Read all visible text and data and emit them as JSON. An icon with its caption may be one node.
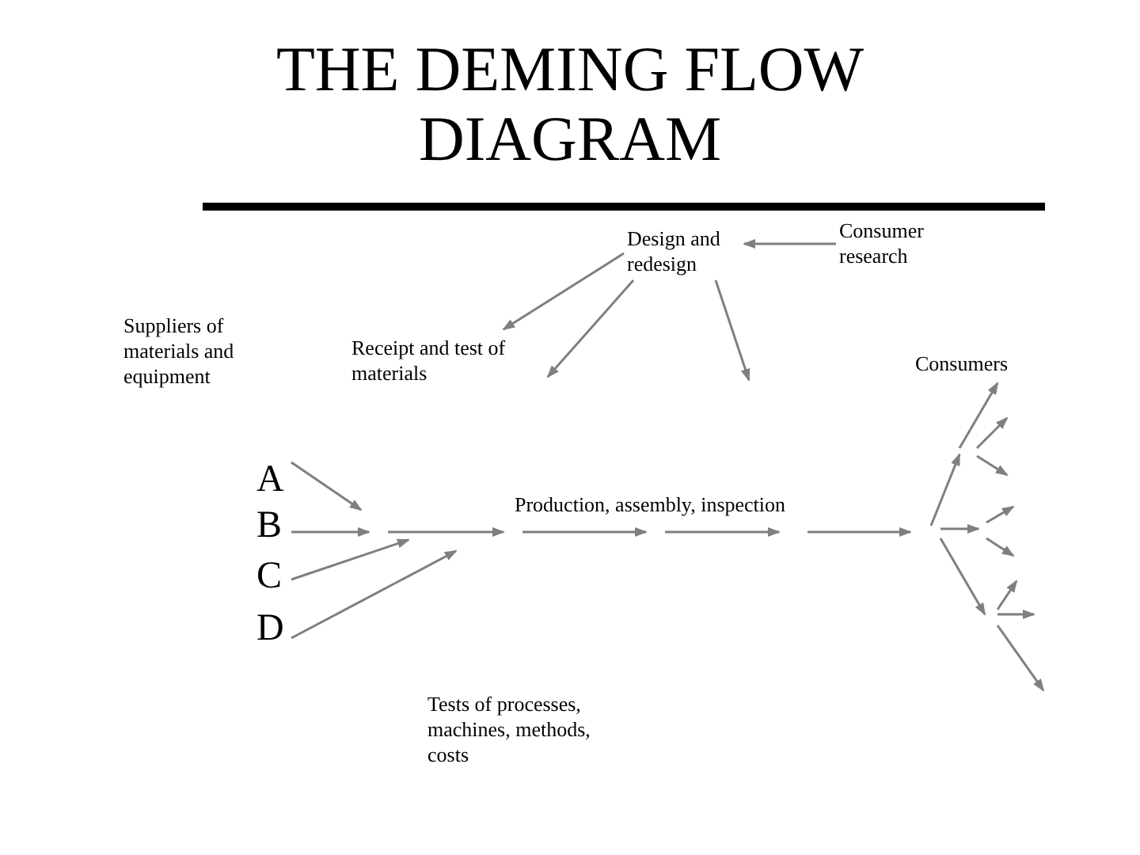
{
  "diagram": {
    "title": "THE DEMING FLOW DIAGRAM",
    "nodes": [
      {
        "text": [
          "Design and redesign"
        ]
      },
      {
        "text": [
          "Consumer research"
        ]
      },
      {
        "text": [
          "Suppliers of materials and equipment"
        ]
      },
      {
        "text": [
          "Receipt and test of materials"
        ]
      },
      {
        "text": [
          "Consumers"
        ]
      },
      {
        "text": [
          "A"
        ]
      },
      {
        "text": [
          "B"
        ]
      },
      {
        "text": [
          "C"
        ]
      },
      {
        "text": [
          "D"
        ]
      },
      {
        "text": [
          "Production, assembly, inspection"
        ]
      },
      {
        "text": [
          "Tests of processes, machines, methods, costs"
        ]
      }
    ],
    "edges": [
      {
        "from": 1,
        "to": 0,
        "arrow": "to"
      },
      {
        "from": 0,
        "to": 3,
        "arrow": "to"
      },
      {
        "from": 0,
        "to": 3,
        "arrow": "to"
      },
      {
        "from": 0,
        "to": null,
        "arrow": "to"
      },
      {
        "from": 5,
        "to": null,
        "arrow": "to"
      },
      {
        "from": 6,
        "to": null,
        "arrow": "to"
      },
      {
        "from": 7,
        "to": null,
        "arrow": "to"
      },
      {
        "from": 8,
        "to": null,
        "arrow": "to"
      }
    ]
  }
}
